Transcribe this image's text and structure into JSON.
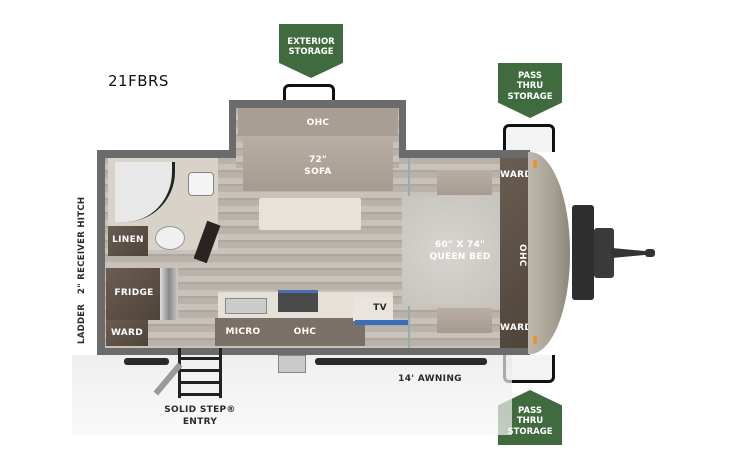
{
  "model": "21FBRS",
  "badges": {
    "exterior_storage": "EXTERIOR\nSTORAGE",
    "pass_thru_top": "PASS\nTHRU\nSTORAGE",
    "pass_thru_bottom": "PASS\nTHRU\nSTORAGE"
  },
  "rooms": {
    "ohc_top": "OHC",
    "sofa_size": "72\"",
    "sofa": "SOFA",
    "linen": "LINEN",
    "fridge": "FRIDGE",
    "ward_rear": "WARD",
    "micro": "MICRO",
    "ohc_kitchen": "OHC",
    "tv": "TV",
    "bed_size": "60\" X 74\"",
    "bed": "QUEEN BED",
    "ward_front_top": "WARD",
    "ward_front_bottom": "WARD",
    "ohc_front": "OHC"
  },
  "exterior": {
    "rear_label": "LADDER   2\" RECEIVER HITCH",
    "awning": "14' AWNING",
    "entry_line1": "SOLID STEP®",
    "entry_line2": "ENTRY"
  },
  "colors": {
    "badge_green": "#3f6b3f",
    "wall": "#6b6b6b",
    "floor": "#b9b2aa",
    "cabinet": "#5d5249",
    "marker_light": "#e8932a"
  }
}
